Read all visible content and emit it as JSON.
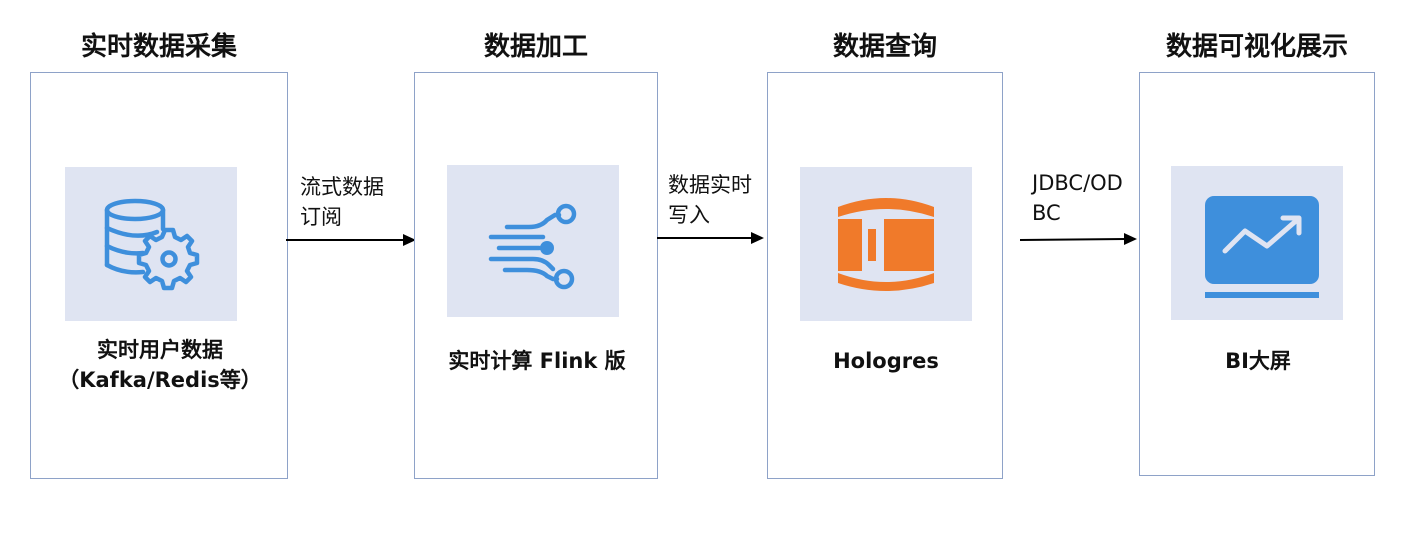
{
  "stages": [
    {
      "title": "实时数据采集",
      "caption_line1": "实时用户数据",
      "caption_line2": "（Kafka/Redis等）",
      "icon": "database-gear-icon"
    },
    {
      "title": "数据加工",
      "caption_line1": "实时计算 Flink 版",
      "icon": "stream-nodes-icon"
    },
    {
      "title": "数据查询",
      "caption_line1": "Hologres",
      "icon": "hologres-logo-icon"
    },
    {
      "title": "数据可视化展示",
      "caption_line1": "BI大屏",
      "icon": "trend-chart-icon"
    }
  ],
  "arrows": [
    {
      "label_line1": "流式数据",
      "label_line2": "订阅"
    },
    {
      "label_line1": "数据实时",
      "label_line2": "写入"
    },
    {
      "label_line1": "JDBC/OD",
      "label_line2": "BC"
    }
  ],
  "colors": {
    "box_border": "#8ea2c8",
    "icon_tile": "#dfe4f2",
    "icon_blue": "#3e8fdc",
    "hologres_orange": "#f07a2a"
  }
}
